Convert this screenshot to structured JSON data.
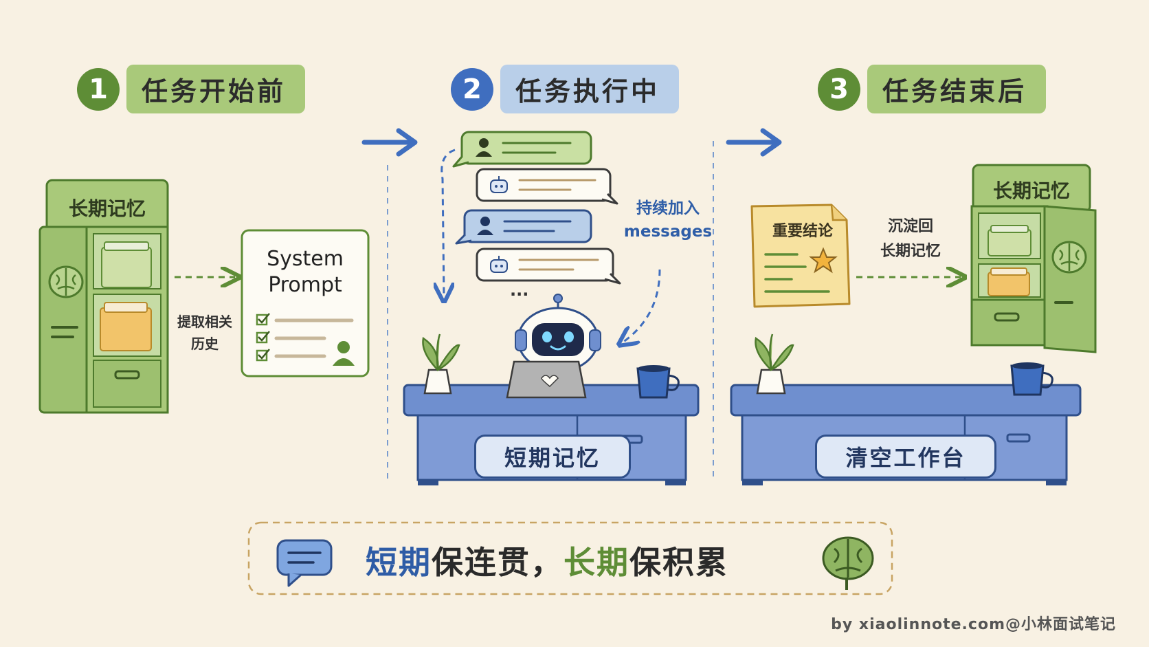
{
  "steps": [
    {
      "number": "1",
      "title": "任务开始前"
    },
    {
      "number": "2",
      "title": "任务执行中"
    },
    {
      "number": "3",
      "title": "任务结束后"
    }
  ],
  "stage1": {
    "cabinet_label": "长期记忆",
    "arrow_label_line1": "提取相关",
    "arrow_label_line2": "历史",
    "prompt_card_line1": "System",
    "prompt_card_line2": "Prompt"
  },
  "stage2": {
    "append_label_line1": "持续加入",
    "append_label_line2": "messages",
    "ellipsis": "...",
    "desk_label": "短期记忆"
  },
  "stage3": {
    "note_title": "重要结论",
    "arrow_label_line1": "沉淀回",
    "arrow_label_line2": "长期记忆",
    "cabinet_label": "长期记忆",
    "desk_label": "清空工作台"
  },
  "motto": {
    "part1": "短期",
    "part2": "保连贯，",
    "part3": "长期",
    "part4": "保积累"
  },
  "credit": "by  xiaolinnote.com@小林面试笔记",
  "colors": {
    "green": "#5e8d36",
    "blue": "#3f6ebf",
    "background": "#f8f1e3"
  },
  "icons": [
    "brain-icon",
    "folder-icon",
    "checkbox-icon",
    "user-icon",
    "robot-icon",
    "plant-icon",
    "mug-icon",
    "star-icon",
    "chat-bubble-icon",
    "laptop-icon"
  ]
}
